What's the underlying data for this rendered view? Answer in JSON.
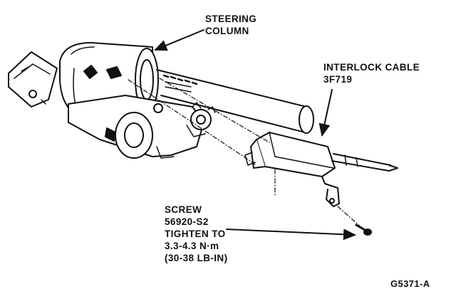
{
  "labels": {
    "steering_column": [
      "STEERING",
      "COLUMN"
    ],
    "interlock_cable": [
      "INTERLOCK CABLE",
      "3F719"
    ],
    "screw": [
      "SCREW",
      "56920-S2",
      "TIGHTEN TO",
      "3.3-4.3 N·m",
      "(30-38 LB-IN)"
    ],
    "figure_id": "G5371-A"
  },
  "colors": {
    "ink": "#111111",
    "paper": "#ffffff"
  }
}
